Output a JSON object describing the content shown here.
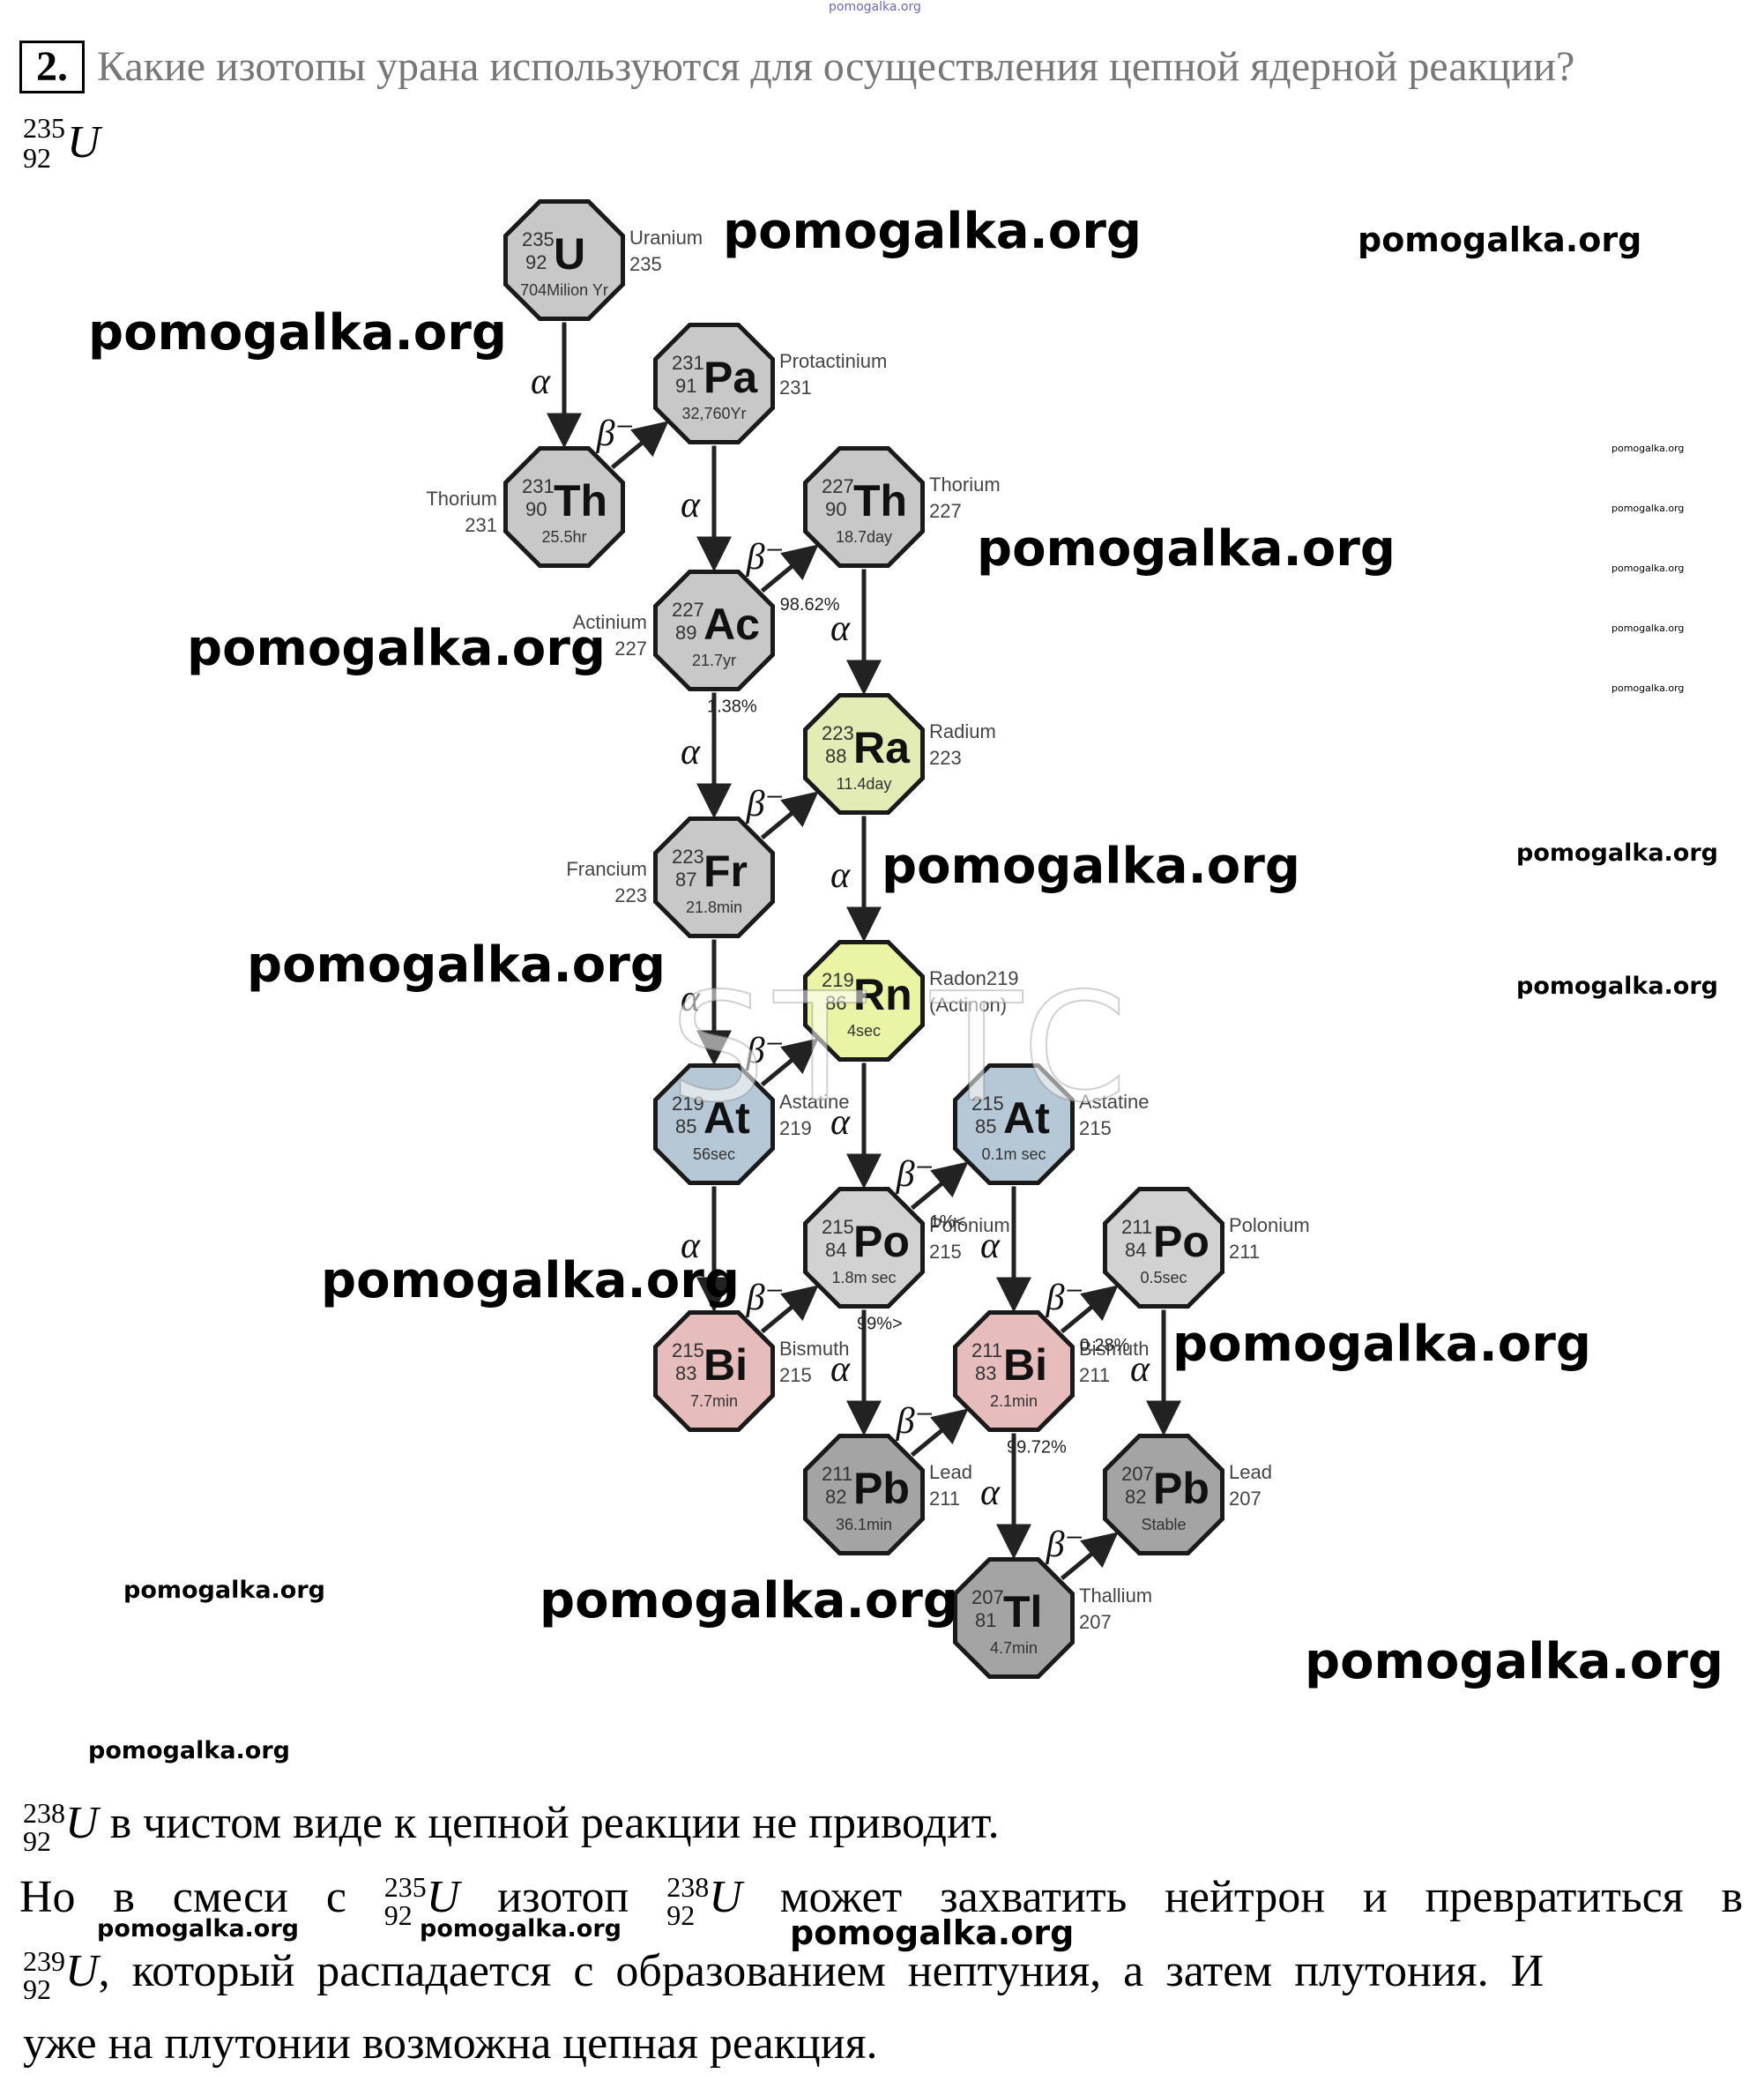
{
  "header_watermark": "pomogalka.org",
  "task": {
    "number": "2.",
    "question": "Какие изотопы урана используются для осуществления цепной ядерной реакции?"
  },
  "answer_isotope": {
    "mass": "235",
    "atomic": "92",
    "symbol": "U"
  },
  "decay_chain": {
    "nodes": [
      {
        "id": "U235",
        "mass": "235",
        "z": "92",
        "sym": "U",
        "half_life": "704Milion Yr",
        "name": "Uranium",
        "name_num": "235",
        "color": "#c8c8c8"
      },
      {
        "id": "Pa231",
        "mass": "231",
        "z": "91",
        "sym": "Pa",
        "half_life": "32,760Yr",
        "name": "Protactinium",
        "name_num": "231",
        "color": "#c8c8c8"
      },
      {
        "id": "Th231",
        "mass": "231",
        "z": "90",
        "sym": "Th",
        "half_life": "25.5hr",
        "name": "Thorium",
        "name_num": "231",
        "color": "#c8c8c8"
      },
      {
        "id": "Th227",
        "mass": "227",
        "z": "90",
        "sym": "Th",
        "half_life": "18.7day",
        "name": "Thorium",
        "name_num": "227",
        "color": "#c8c8c8"
      },
      {
        "id": "Ac227",
        "mass": "227",
        "z": "89",
        "sym": "Ac",
        "half_life": "21.7yr",
        "name": "Actinium",
        "name_num": "227",
        "color": "#c8c8c8"
      },
      {
        "id": "Ra223",
        "mass": "223",
        "z": "88",
        "sym": "Ra",
        "half_life": "11.4day",
        "name": "Radium",
        "name_num": "223",
        "color": "#e2ecb4"
      },
      {
        "id": "Fr223",
        "mass": "223",
        "z": "87",
        "sym": "Fr",
        "half_life": "21.8min",
        "name": "Francium",
        "name_num": "223",
        "color": "#c8c8c8"
      },
      {
        "id": "Rn219",
        "mass": "219",
        "z": "86",
        "sym": "Rn",
        "half_life": "4sec",
        "name": "Radon219",
        "name_num": "(Actinon)",
        "color": "#eaf4a4"
      },
      {
        "id": "At219",
        "mass": "219",
        "z": "85",
        "sym": "At",
        "half_life": "56sec",
        "name": "Astatine",
        "name_num": "219",
        "color": "#b6c8d6"
      },
      {
        "id": "At215",
        "mass": "215",
        "z": "85",
        "sym": "At",
        "half_life": "0.1m sec",
        "name": "Astatine",
        "name_num": "215",
        "color": "#b6c8d6"
      },
      {
        "id": "Po215",
        "mass": "215",
        "z": "84",
        "sym": "Po",
        "half_life": "1.8m sec",
        "name": "Polonium",
        "name_num": "215",
        "color": "#d2d2d2"
      },
      {
        "id": "Po211",
        "mass": "211",
        "z": "84",
        "sym": "Po",
        "half_life": "0.5sec",
        "name": "Polonium",
        "name_num": "211",
        "color": "#d2d2d2"
      },
      {
        "id": "Bi215",
        "mass": "215",
        "z": "83",
        "sym": "Bi",
        "half_life": "7.7min",
        "name": "Bismuth",
        "name_num": "215",
        "color": "#e6bcbc"
      },
      {
        "id": "Bi211",
        "mass": "211",
        "z": "83",
        "sym": "Bi",
        "half_life": "2.1min",
        "name": "Bismuth",
        "name_num": "211",
        "color": "#e6bcbc"
      },
      {
        "id": "Pb211",
        "mass": "211",
        "z": "82",
        "sym": "Pb",
        "half_life": "36.1min",
        "name": "Lead",
        "name_num": "211",
        "color": "#a4a4a4"
      },
      {
        "id": "Pb207",
        "mass": "207",
        "z": "82",
        "sym": "Pb",
        "half_life": "Stable",
        "name": "Lead",
        "name_num": "207",
        "color": "#a4a4a4"
      },
      {
        "id": "Tl207",
        "mass": "207",
        "z": "81",
        "sym": "Tl",
        "half_life": "4.7min",
        "name": "Thallium",
        "name_num": "207",
        "color": "#a4a4a4"
      }
    ],
    "transitions": [
      {
        "from": "U235",
        "to": "Th231",
        "type": "α"
      },
      {
        "from": "Th231",
        "to": "Pa231",
        "type": "β⁻"
      },
      {
        "from": "Pa231",
        "to": "Ac227",
        "type": "α"
      },
      {
        "from": "Ac227",
        "to": "Th227",
        "type": "β⁻",
        "pct": "98.62%"
      },
      {
        "from": "Th227",
        "to": "Ra223",
        "type": "α"
      },
      {
        "from": "Ac227",
        "to": "Fr223",
        "type": "α",
        "pct": "1.38%"
      },
      {
        "from": "Fr223",
        "to": "Ra223",
        "type": "β⁻"
      },
      {
        "from": "Ra223",
        "to": "Rn219",
        "type": "α"
      },
      {
        "from": "Fr223",
        "to": "At219",
        "type": "α"
      },
      {
        "from": "At219",
        "to": "Rn219",
        "type": "β⁻"
      },
      {
        "from": "Rn219",
        "to": "Po215",
        "type": "α"
      },
      {
        "from": "Po215",
        "to": "At215",
        "type": "β⁻",
        "pct": "1%<"
      },
      {
        "from": "At219",
        "to": "Bi215",
        "type": "α"
      },
      {
        "from": "Bi215",
        "to": "Po215",
        "type": "β⁻"
      },
      {
        "from": "Po215",
        "to": "Pb211",
        "type": "α",
        "pct": "99%>"
      },
      {
        "from": "At215",
        "to": "Bi211",
        "type": "α"
      },
      {
        "from": "Pb211",
        "to": "Bi211",
        "type": "β⁻"
      },
      {
        "from": "Bi211",
        "to": "Po211",
        "type": "β⁻",
        "pct": "0.28%"
      },
      {
        "from": "Po211",
        "to": "Pb207",
        "type": "α"
      },
      {
        "from": "Bi211",
        "to": "Tl207",
        "type": "α",
        "pct": "99.72%"
      },
      {
        "from": "Tl207",
        "to": "Pb207",
        "type": "β⁻"
      }
    ]
  },
  "overlay_text": "ST TC",
  "watermarks": [
    "pomogalka.org",
    "pomogalka.org",
    "pomogalka.org",
    "pomogalka.org",
    "pomogalka.org",
    "pomogalka.org",
    "pomogalka.org",
    "pomogalka.org",
    "pomogalka.org",
    "pomogalka.org",
    "pomogalka.org",
    "pomogalka.org",
    "pomogalka.org",
    "pomogalka.org",
    "pomogalka.org",
    "pomogalka.org",
    "pomogalka.org",
    "pomogalka.org",
    "pomogalka.org",
    "pomogalka.org",
    "pomogalka.org",
    "pomogalka.org",
    "pomogalka.org"
  ],
  "text": {
    "u238_mass": "238",
    "u238_z": "92",
    "u_sym": "U",
    "line1": " в чистом виде к цепной реакции не приводит.",
    "line2_a": "Но в смеси с",
    "u235_mass": "235",
    "u235_z": "92",
    "line2_b": "изотоп",
    "line2_c": "может захватить нейтрон и превратиться в",
    "u239_mass": "239",
    "u239_z": "92",
    "line3": ", который распадается с образованием нептуния, а затем плутония. И",
    "line4": "уже на плутонии возможна цепная реакция."
  }
}
